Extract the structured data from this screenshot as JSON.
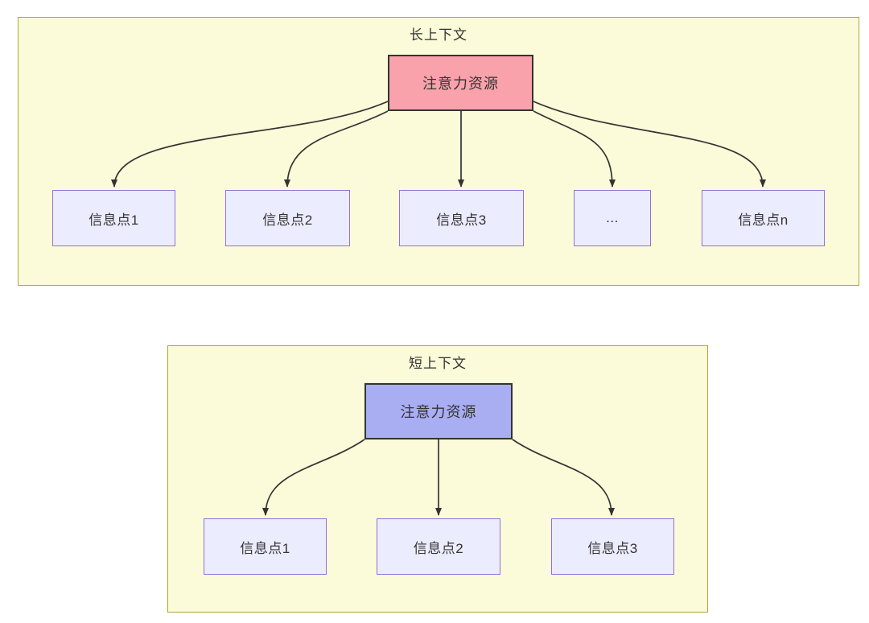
{
  "diagram": {
    "type": "attention-distribution-comparison",
    "long_context": {
      "title": "长上下文",
      "attention": {
        "label": "注意力资源"
      },
      "nodes": [
        {
          "label": "信息点1"
        },
        {
          "label": "信息点2"
        },
        {
          "label": "信息点3"
        },
        {
          "label": "..."
        },
        {
          "label": "信息点n"
        }
      ],
      "edges": "attention node points to every info node"
    },
    "short_context": {
      "title": "短上下文",
      "attention": {
        "label": "注意力资源"
      },
      "nodes": [
        {
          "label": "信息点1"
        },
        {
          "label": "信息点2"
        },
        {
          "label": "信息点3"
        }
      ],
      "edges": "attention node points to every info node"
    },
    "colors": {
      "group_fill": "#fbfbd9",
      "group_border": "#aaaa33",
      "info_node_fill": "#ececff",
      "info_node_border": "#9370db",
      "attention_long_fill": "#f9a2ab",
      "attention_short_fill": "#a9adf2",
      "attention_border": "#333333",
      "edge_color": "#333333",
      "text_color": "#333333"
    }
  }
}
